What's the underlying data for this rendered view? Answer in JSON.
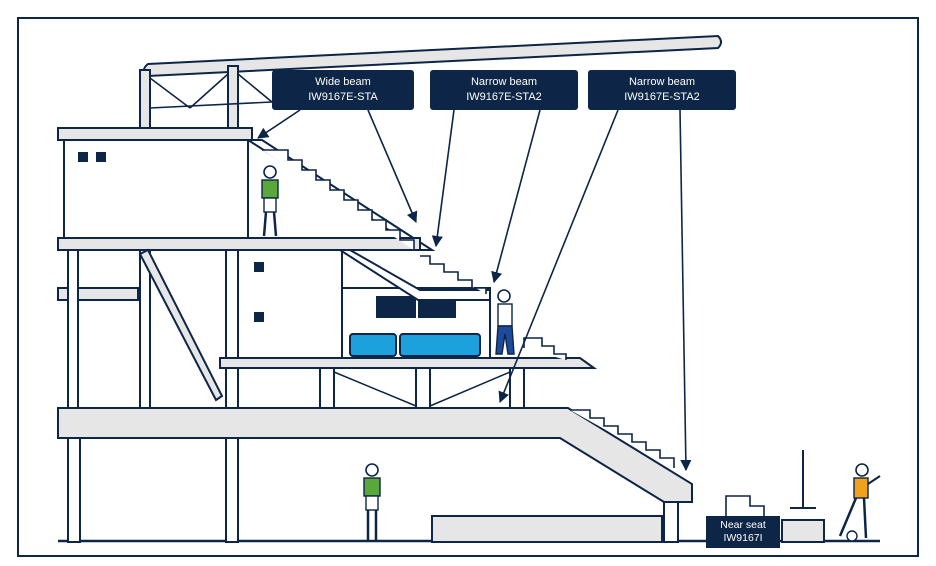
{
  "callouts": [
    {
      "title": "Wide beam",
      "model": "IW9167E-STA"
    },
    {
      "title": "Narrow beam",
      "model": "IW9167E-STA2"
    },
    {
      "title": "Narrow beam",
      "model": "IW9167E-STA2"
    }
  ],
  "near_seat": {
    "title": "Near seat",
    "model": "IW9167I"
  },
  "colors": {
    "navy": "#0d2546",
    "structure_fill": "#e6e6e6",
    "seat_blue": "#1da1dc",
    "jersey_green": "#5aa73c",
    "shirt_orange": "#f0a21c"
  }
}
